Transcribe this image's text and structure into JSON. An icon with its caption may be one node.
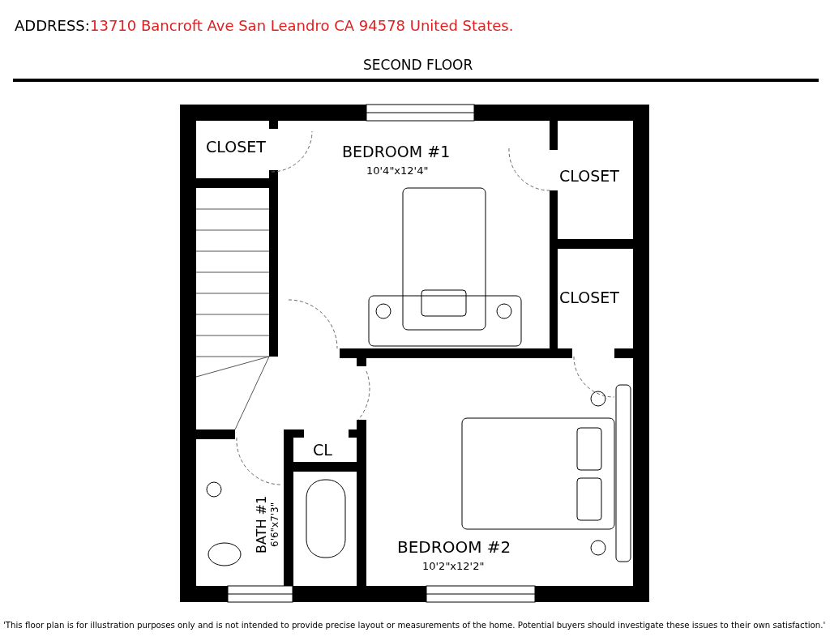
{
  "diagram": {
    "title": "SECOND FLOOR",
    "caption": "'This floor plan is for illustration purposes only and is not intended to provide precise layout or measurements of the home. Potential buyers should investigate these issues to their own satisfaction.'",
    "labels": [
      "ADDRESS:",
      "13710 Bancroft Ave San Leandro CA 94578 United States.",
      "CLOSET",
      "BEDROOM #1",
      "10'4\"x12'4\"",
      "CLOSET",
      "CLOSET",
      "CL",
      "BATH #1",
      "6'6\"x7'3\"",
      "BEDROOM #2",
      "10'2\"x12'2\""
    ]
  }
}
